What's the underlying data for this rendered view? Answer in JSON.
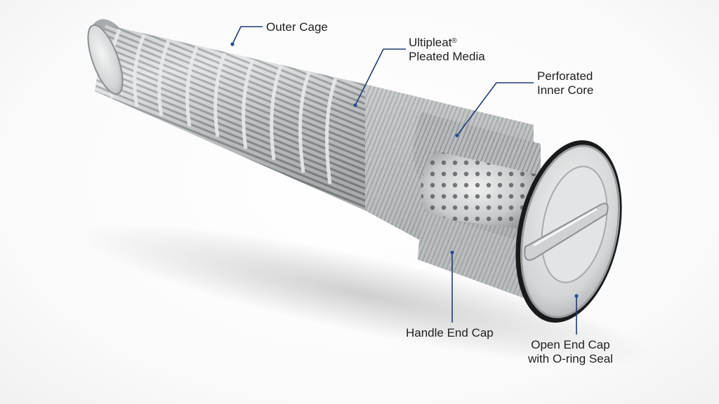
{
  "labels": {
    "outer_cage": "Outer Cage",
    "pleated_line1": "Ultipleat",
    "pleated_reg": "®",
    "pleated_line2": "Pleated Media",
    "core_line1": "Perforated",
    "core_line2": "Inner Core",
    "handle_cap": "Handle End Cap",
    "open_cap_line1": "Open End Cap",
    "open_cap_line2": "with O-ring Seal"
  },
  "colors": {
    "callout_line": "#1f3c78",
    "callout_dot": "#2a4d8f",
    "metal_light": "#e6e7e8",
    "metal_dark": "#8e9193",
    "oring": "#1a1a1a"
  }
}
